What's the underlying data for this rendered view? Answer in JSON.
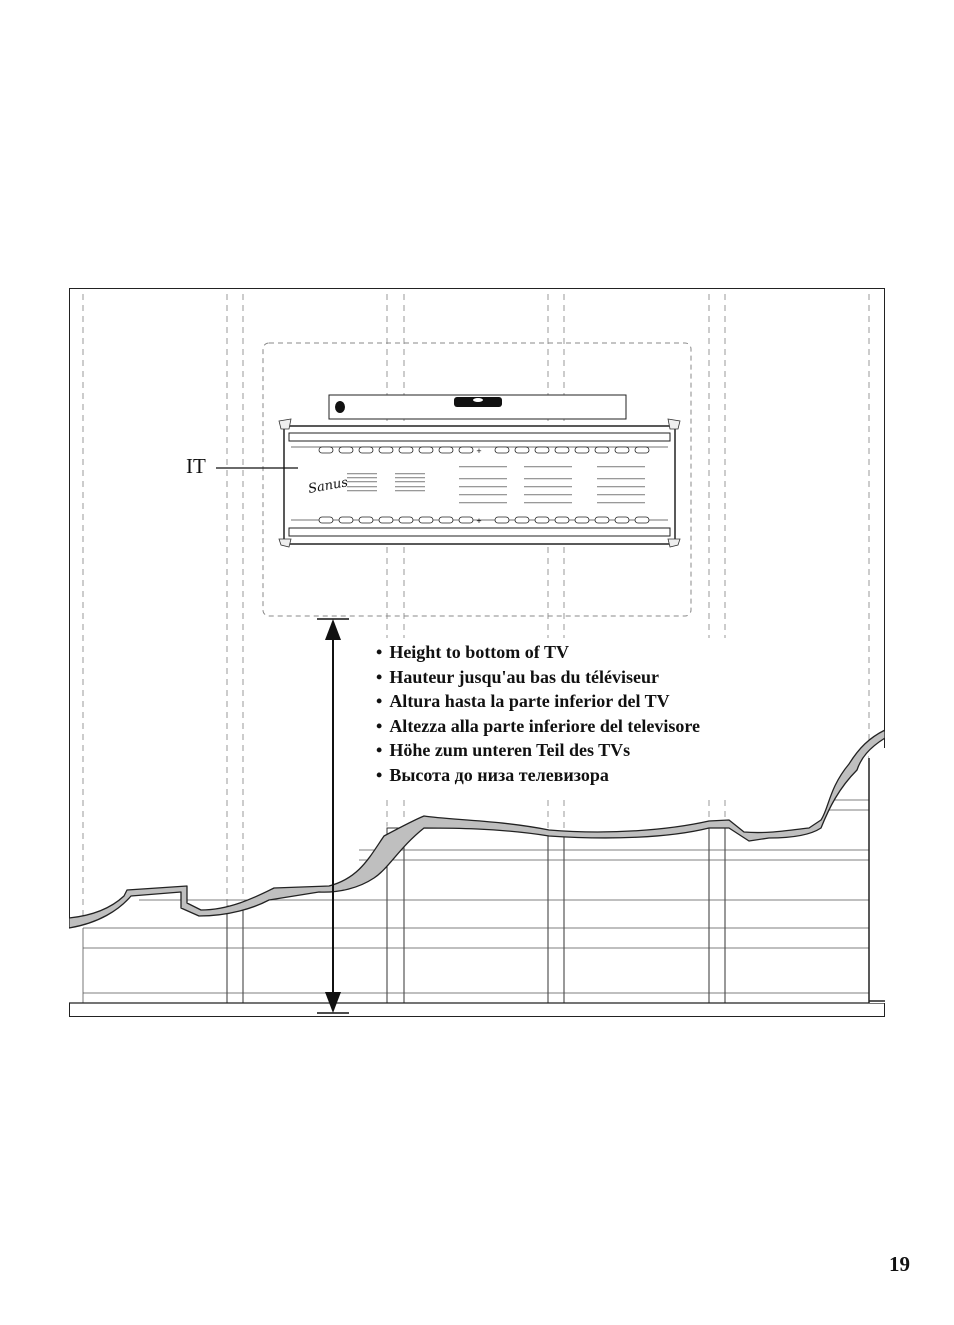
{
  "figure": {
    "callout_label": "IT",
    "mount_text": "Sanus",
    "caption_items": [
      "Height to bottom of TV",
      "Hauteur jusqu'au bas du téléviseur",
      "Altura hasta la parte inferior del TV",
      "Altezza alla parte inferiore del televisore",
      "Höhe zum unteren Teil des TVs",
      "Высота до низа телевизора"
    ]
  },
  "page": {
    "number": "19"
  }
}
